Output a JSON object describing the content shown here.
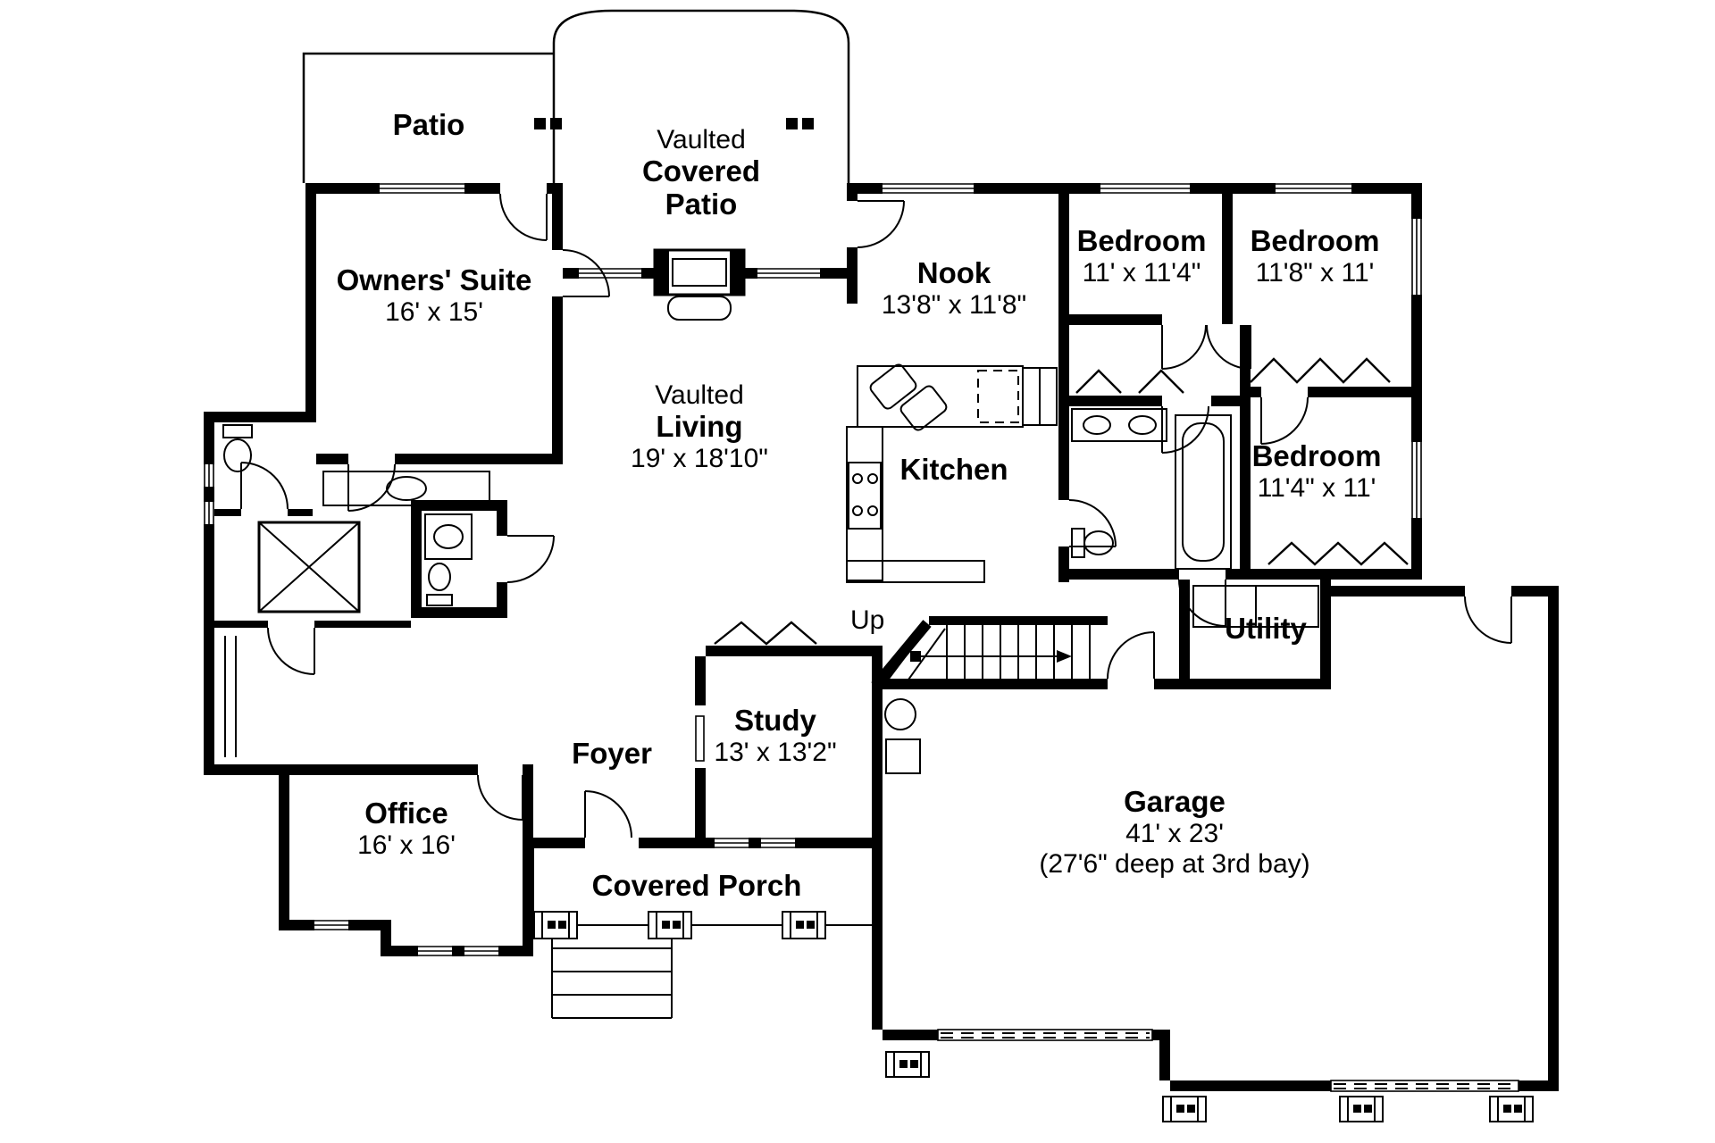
{
  "colors": {
    "ink": "#000000",
    "paper": "#ffffff"
  },
  "plan": {
    "stairs_label": "Up",
    "rooms": [
      {
        "id": "patio",
        "prefix": "",
        "name": "Patio",
        "dim1": "",
        "dim2": ""
      },
      {
        "id": "covered-patio",
        "prefix": "Vaulted",
        "name": "Covered Patio",
        "dim1": "",
        "dim2": ""
      },
      {
        "id": "owners-suite",
        "prefix": "",
        "name": "Owners' Suite",
        "dim1": "16' x 15'",
        "dim2": ""
      },
      {
        "id": "living",
        "prefix": "Vaulted",
        "name": "Living",
        "dim1": "19' x 18'10\"",
        "dim2": ""
      },
      {
        "id": "nook",
        "prefix": "",
        "name": "Nook",
        "dim1": "13'8\" x 11'8\"",
        "dim2": ""
      },
      {
        "id": "kitchen",
        "prefix": "",
        "name": "Kitchen",
        "dim1": "",
        "dim2": ""
      },
      {
        "id": "bedroom-1",
        "prefix": "",
        "name": "Bedroom",
        "dim1": "11' x 11'4\"",
        "dim2": ""
      },
      {
        "id": "bedroom-2",
        "prefix": "",
        "name": "Bedroom",
        "dim1": "11'8\" x 11'",
        "dim2": ""
      },
      {
        "id": "bedroom-3",
        "prefix": "",
        "name": "Bedroom",
        "dim1": "11'4\" x 11'",
        "dim2": ""
      },
      {
        "id": "utility",
        "prefix": "",
        "name": "Utility",
        "dim1": "",
        "dim2": ""
      },
      {
        "id": "study",
        "prefix": "",
        "name": "Study",
        "dim1": "13' x 13'2\"",
        "dim2": ""
      },
      {
        "id": "foyer",
        "prefix": "",
        "name": "Foyer",
        "dim1": "",
        "dim2": ""
      },
      {
        "id": "office",
        "prefix": "",
        "name": "Office",
        "dim1": "16' x 16'",
        "dim2": ""
      },
      {
        "id": "covered-porch",
        "prefix": "",
        "name": "Covered Porch",
        "dim1": "",
        "dim2": ""
      },
      {
        "id": "garage",
        "prefix": "",
        "name": "Garage",
        "dim1": "41' x 23'",
        "dim2": "(27'6\" deep at 3rd bay)"
      }
    ]
  }
}
